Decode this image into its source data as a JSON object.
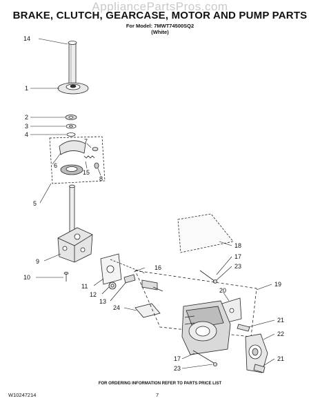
{
  "watermark": "AppliancePartsPros.com",
  "title": "BRAKE, CLUTCH, GEARCASE, MOTOR AND PUMP PARTS",
  "subtitle_model": "For Model: 7MWT74500SQ2",
  "subtitle_color": "(White)",
  "footer_note": "FOR ORDERING INFORMATION REFER TO PARTS PRICE LIST",
  "doc_number": "W10247214",
  "page_number": "7",
  "callouts": {
    "c14": "14",
    "c1": "1",
    "c2": "2",
    "c3": "3",
    "c4": "4",
    "c7": "7",
    "c6": "6",
    "c15": "15",
    "c8": "8",
    "c5": "5",
    "c9": "9",
    "c10": "10",
    "c11": "11",
    "c12": "12",
    "c13": "13",
    "c16": "16",
    "c18": "18",
    "c17a": "17",
    "c23a": "23",
    "c19": "19",
    "c20": "20",
    "c24": "24",
    "c21a": "21",
    "c22": "22",
    "c17b": "17",
    "c23b": "23",
    "c21b": "21"
  }
}
